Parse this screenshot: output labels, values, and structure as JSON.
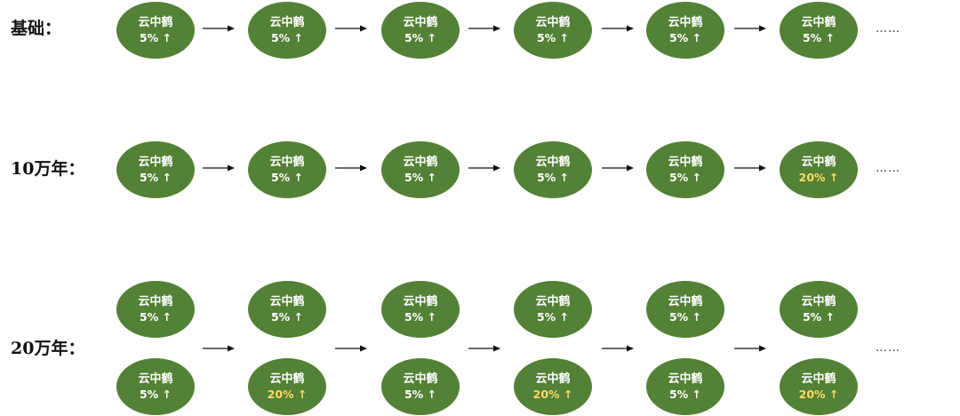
{
  "rows": [
    {
      "label": "基础：",
      "chains": [
        [
          "5% ↑",
          "5% ↑",
          "5% ↑",
          "5% ↑",
          "5% ↑",
          "5% ↑"
        ]
      ],
      "highlight": [
        [
          false,
          false,
          false,
          false,
          false,
          false
        ]
      ]
    },
    {
      "label": "10万年：",
      "chains": [
        [
          "5% ↑",
          "5% ↑",
          "5% ↑",
          "5% ↑",
          "5% ↑",
          "20% ↑"
        ]
      ],
      "highlight": [
        [
          false,
          false,
          false,
          false,
          false,
          true
        ]
      ]
    },
    {
      "label": "20万年：",
      "chains": [
        [
          "5% ↑",
          "5% ↑",
          "5% ↑",
          "5% ↑",
          "5% ↑",
          "5% ↑"
        ],
        [
          "5% ↑",
          "20% ↑",
          "5% ↑",
          "20% ↑",
          "5% ↑",
          "20% ↑"
        ]
      ],
      "highlight": [
        [
          false,
          false,
          false,
          false,
          false,
          false
        ],
        [
          false,
          true,
          false,
          true,
          false,
          true
        ]
      ]
    }
  ],
  "node_name": "云中鹤",
  "continuation": "……",
  "colors": {
    "node_fill": "#538135",
    "text": "#ffffff",
    "highlight_text": "#ffd966"
  }
}
